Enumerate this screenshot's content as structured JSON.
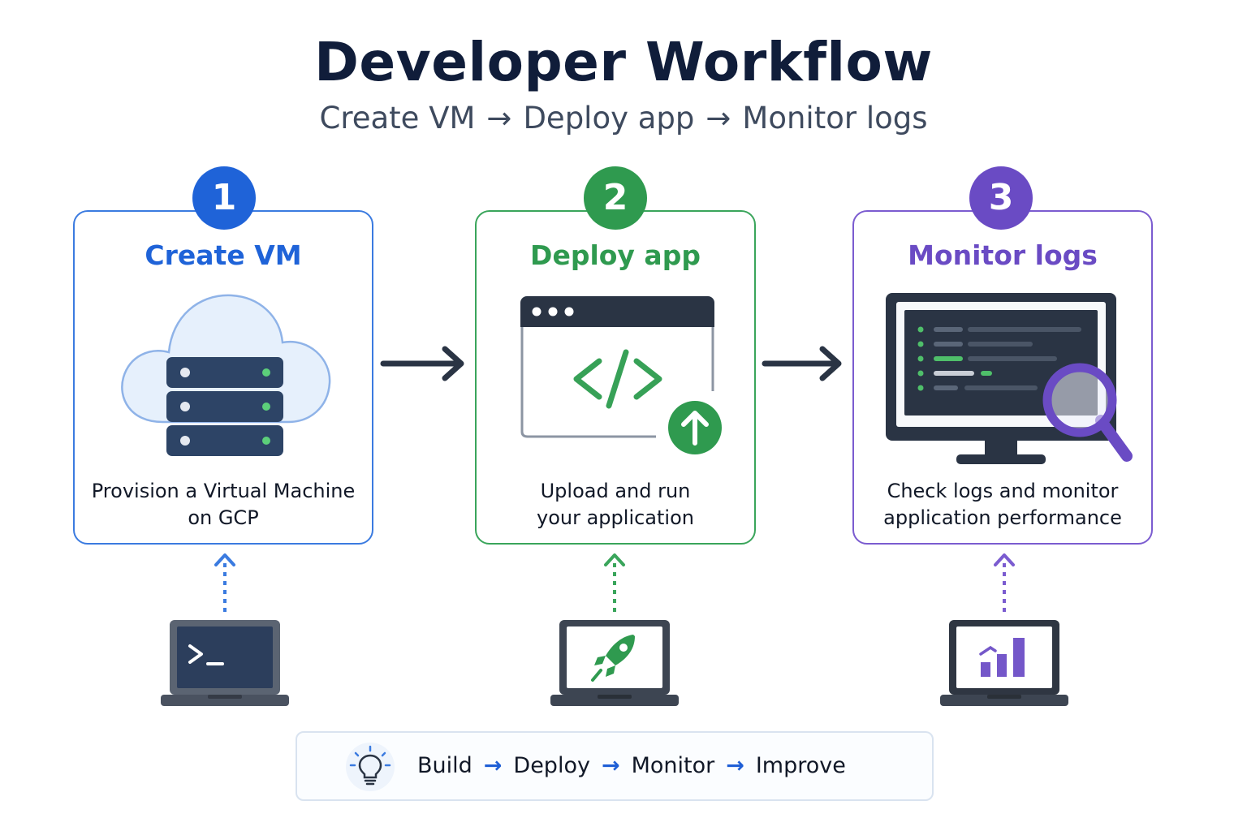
{
  "title": "Developer Workflow",
  "subtitle": {
    "steps": [
      "Create VM",
      "Deploy app",
      "Monitor logs"
    ],
    "separator": "→"
  },
  "cards": [
    {
      "number": "1",
      "title": "Create VM",
      "description_lines": [
        "Provision a Virtual Machine",
        "on GCP"
      ],
      "color": "#1f63d8",
      "border_color": "#3b7be0",
      "illustration": "cloud-server-icon",
      "device": "terminal-laptop-icon"
    },
    {
      "number": "2",
      "title": "Deploy app",
      "description_lines": [
        "Upload and run",
        "your application"
      ],
      "color": "#2f9a4f",
      "border_color": "#3aa55b",
      "illustration": "code-window-upload-icon",
      "device": "rocket-laptop-icon"
    },
    {
      "number": "3",
      "title": "Monitor logs",
      "description_lines": [
        "Check logs and monitor",
        "application performance"
      ],
      "color": "#6a4bc4",
      "border_color": "#7b5cd0",
      "illustration": "monitor-logs-magnifier-icon",
      "device": "chart-laptop-icon"
    }
  ],
  "bottom_bar": {
    "icon": "lightbulb-icon",
    "steps": [
      "Build",
      "Deploy",
      "Monitor",
      "Improve"
    ],
    "separator": "→"
  }
}
